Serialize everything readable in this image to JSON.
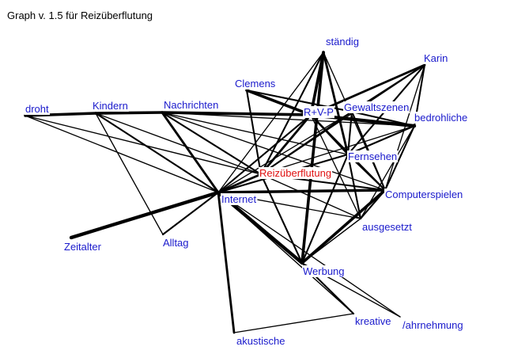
{
  "title": "Graph v. 1.5  für  Reizüberflutung",
  "colors": {
    "label": "#1a1acc",
    "focus": "#e01010",
    "edge": "#000000",
    "background": "#ffffff"
  },
  "nodes": [
    {
      "id": "droht",
      "label": "droht"
    },
    {
      "id": "kindern",
      "label": "Kindern"
    },
    {
      "id": "nachrichten",
      "label": "Nachrichten"
    },
    {
      "id": "clemens",
      "label": "Clemens"
    },
    {
      "id": "staendig",
      "label": "ständig"
    },
    {
      "id": "karin",
      "label": "Karin"
    },
    {
      "id": "rvp",
      "label": "R+V-P"
    },
    {
      "id": "gewaltszenen",
      "label": "Gewaltszenen"
    },
    {
      "id": "bedrohliche",
      "label": "bedrohliche"
    },
    {
      "id": "fernsehen",
      "label": "Fernsehen"
    },
    {
      "id": "reizueberflutung",
      "label": "Reizüberflutung",
      "focus": true
    },
    {
      "id": "computerspielen",
      "label": "Computerspielen"
    },
    {
      "id": "internet",
      "label": "Internet"
    },
    {
      "id": "ausgesetzt",
      "label": "ausgesetzt"
    },
    {
      "id": "zeitalter",
      "label": "Zeitalter"
    },
    {
      "id": "alltag",
      "label": "Alltag"
    },
    {
      "id": "werbung",
      "label": "Werbung"
    },
    {
      "id": "kreative",
      "label": "kreative"
    },
    {
      "id": "wahrnehmung",
      "label": "/ahrnehmung"
    },
    {
      "id": "akustische",
      "label": "akustische"
    }
  ],
  "edges": [
    {
      "from": "droht",
      "to": "kindern",
      "weight": 4
    },
    {
      "from": "kindern",
      "to": "nachrichten",
      "weight": 4
    },
    {
      "from": "nachrichten",
      "to": "rvp",
      "weight": 4
    },
    {
      "from": "droht",
      "to": "reizueberflutung",
      "weight": 1
    },
    {
      "from": "droht",
      "to": "internet",
      "weight": 1
    },
    {
      "from": "kindern",
      "to": "alltag",
      "weight": 1
    },
    {
      "from": "kindern",
      "to": "internet",
      "weight": 2
    },
    {
      "from": "kindern",
      "to": "reizueberflutung",
      "weight": 1
    },
    {
      "from": "nachrichten",
      "to": "internet",
      "weight": 3
    },
    {
      "from": "nachrichten",
      "to": "reizueberflutung",
      "weight": 2
    },
    {
      "from": "nachrichten",
      "to": "computerspielen",
      "weight": 1
    },
    {
      "from": "nachrichten",
      "to": "fernsehen",
      "weight": 1
    },
    {
      "from": "nachrichten",
      "to": "bedrohliche",
      "weight": 1
    },
    {
      "from": "clemens",
      "to": "rvp",
      "weight": 4
    },
    {
      "from": "clemens",
      "to": "reizueberflutung",
      "weight": 2
    },
    {
      "from": "clemens",
      "to": "gewaltszenen",
      "weight": 2
    },
    {
      "from": "staendig",
      "to": "rvp",
      "weight": 4
    },
    {
      "from": "staendig",
      "to": "reizueberflutung",
      "weight": 2
    },
    {
      "from": "staendig",
      "to": "fernsehen",
      "weight": 3
    },
    {
      "from": "staendig",
      "to": "werbung",
      "weight": 4
    },
    {
      "from": "staendig",
      "to": "internet",
      "weight": 1
    },
    {
      "from": "staendig",
      "to": "computerspielen",
      "weight": 1
    },
    {
      "from": "karin",
      "to": "rvp",
      "weight": 3
    },
    {
      "from": "karin",
      "to": "gewaltszenen",
      "weight": 2
    },
    {
      "from": "karin",
      "to": "bedrohliche",
      "weight": 2
    },
    {
      "from": "karin",
      "to": "fernsehen",
      "weight": 2
    },
    {
      "from": "karin",
      "to": "computerspielen",
      "weight": 1
    },
    {
      "from": "karin",
      "to": "reizueberflutung",
      "weight": 1
    },
    {
      "from": "rvp",
      "to": "bedrohliche",
      "weight": 5
    },
    {
      "from": "rvp",
      "to": "reizueberflutung",
      "weight": 3
    },
    {
      "from": "rvp",
      "to": "internet",
      "weight": 2
    },
    {
      "from": "rvp",
      "to": "computerspielen",
      "weight": 2
    },
    {
      "from": "rvp",
      "to": "fernsehen",
      "weight": 2
    },
    {
      "from": "rvp",
      "to": "ausgesetzt",
      "weight": 1
    },
    {
      "from": "gewaltszenen",
      "to": "computerspielen",
      "weight": 2
    },
    {
      "from": "gewaltszenen",
      "to": "fernsehen",
      "weight": 2
    },
    {
      "from": "gewaltszenen",
      "to": "internet",
      "weight": 1
    },
    {
      "from": "gewaltszenen",
      "to": "bedrohliche",
      "weight": 2
    },
    {
      "from": "gewaltszenen",
      "to": "reizueberflutung",
      "weight": 2
    },
    {
      "from": "bedrohliche",
      "to": "fernsehen",
      "weight": 2
    },
    {
      "from": "bedrohliche",
      "to": "computerspielen",
      "weight": 2
    },
    {
      "from": "bedrohliche",
      "to": "reizueberflutung",
      "weight": 1
    },
    {
      "from": "bedrohliche",
      "to": "ausgesetzt",
      "weight": 1
    },
    {
      "from": "fernsehen",
      "to": "computerspielen",
      "weight": 2
    },
    {
      "from": "fernsehen",
      "to": "internet",
      "weight": 2
    },
    {
      "from": "fernsehen",
      "to": "ausgesetzt",
      "weight": 2
    },
    {
      "from": "fernsehen",
      "to": "werbung",
      "weight": 2
    },
    {
      "from": "reizueberflutung",
      "to": "internet",
      "weight": 3
    },
    {
      "from": "reizueberflutung",
      "to": "computerspielen",
      "weight": 2
    },
    {
      "from": "reizueberflutung",
      "to": "werbung",
      "weight": 2
    },
    {
      "from": "reizueberflutung",
      "to": "ausgesetzt",
      "weight": 1
    },
    {
      "from": "internet",
      "to": "computerspielen",
      "weight": 4
    },
    {
      "from": "internet",
      "to": "werbung",
      "weight": 5
    },
    {
      "from": "internet",
      "to": "zeitalter",
      "weight": 5
    },
    {
      "from": "internet",
      "to": "alltag",
      "weight": 2
    },
    {
      "from": "internet",
      "to": "akustische",
      "weight": 3
    },
    {
      "from": "internet",
      "to": "ausgesetzt",
      "weight": 1
    },
    {
      "from": "internet",
      "to": "kreative",
      "weight": 1
    },
    {
      "from": "internet",
      "to": "wahrnehmung",
      "weight": 1
    },
    {
      "from": "computerspielen",
      "to": "werbung",
      "weight": 4
    },
    {
      "from": "computerspielen",
      "to": "ausgesetzt",
      "weight": 2
    },
    {
      "from": "werbung",
      "to": "kreative",
      "weight": 2
    },
    {
      "from": "werbung",
      "to": "wahrnehmung",
      "weight": 1
    },
    {
      "from": "werbung",
      "to": "ausgesetzt",
      "weight": 1
    },
    {
      "from": "kreative",
      "to": "akustische",
      "weight": 1
    },
    {
      "from": "ausgesetzt",
      "to": "werbung",
      "weight": 1
    }
  ]
}
